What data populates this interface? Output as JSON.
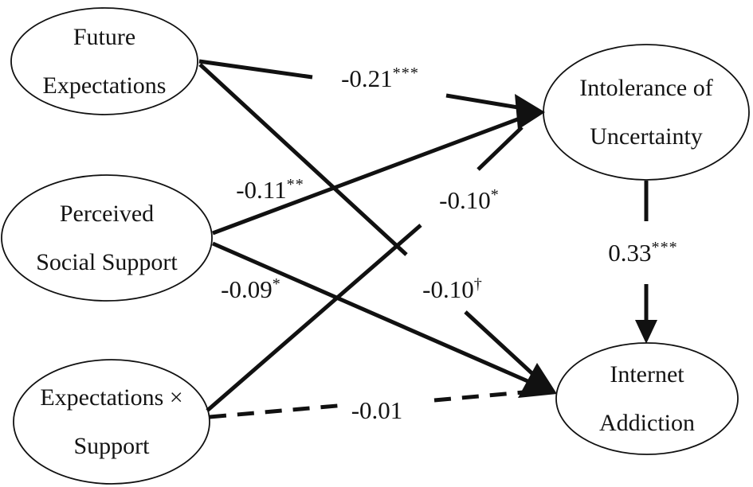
{
  "figure": {
    "kind": "structural-equation-path-diagram",
    "background_color": "#ffffff",
    "line_color": "#111111"
  },
  "nodes": [
    {
      "id": "future-expectations",
      "label_line1": "Future",
      "label_line2": "Expectations"
    },
    {
      "id": "perceived-social-support",
      "label_line1": "Perceived",
      "label_line2": "Social Support"
    },
    {
      "id": "expectations-x-support",
      "label_line1": "Expectations ×",
      "label_line2": "Support"
    },
    {
      "id": "intolerance-of-uncertainty",
      "label_line1": "Intolerance of",
      "label_line2": "Uncertainty"
    },
    {
      "id": "internet-addiction",
      "label_line1": "Internet",
      "label_line2": "Addiction"
    }
  ],
  "paths": [
    {
      "from": "Future Expectations",
      "to": "Intolerance of Uncertainty",
      "coefficient": "-0.21",
      "significance": "***",
      "line_style": "solid"
    },
    {
      "from": "Perceived Social Support",
      "to": "Intolerance of Uncertainty",
      "coefficient": "-0.11",
      "significance": "**",
      "line_style": "solid"
    },
    {
      "from": "Perceived Social Support",
      "to": "Internet Addiction",
      "coefficient": "-0.09",
      "significance": "*",
      "line_style": "solid"
    },
    {
      "from": "Expectations × Support",
      "to": "Intolerance of Uncertainty",
      "coefficient": "-0.10",
      "significance": "*",
      "line_style": "solid"
    },
    {
      "from": "Future Expectations",
      "to": "Internet Addiction",
      "coefficient": "-0.10",
      "significance": "†",
      "line_style": "solid"
    },
    {
      "from": "Expectations × Support",
      "to": "Internet Addiction",
      "coefficient": "-0.01",
      "significance": "",
      "line_style": "dashed"
    },
    {
      "from": "Intolerance of Uncertainty",
      "to": "Internet Addiction",
      "coefficient": "0.33",
      "significance": "***",
      "line_style": "solid"
    }
  ]
}
